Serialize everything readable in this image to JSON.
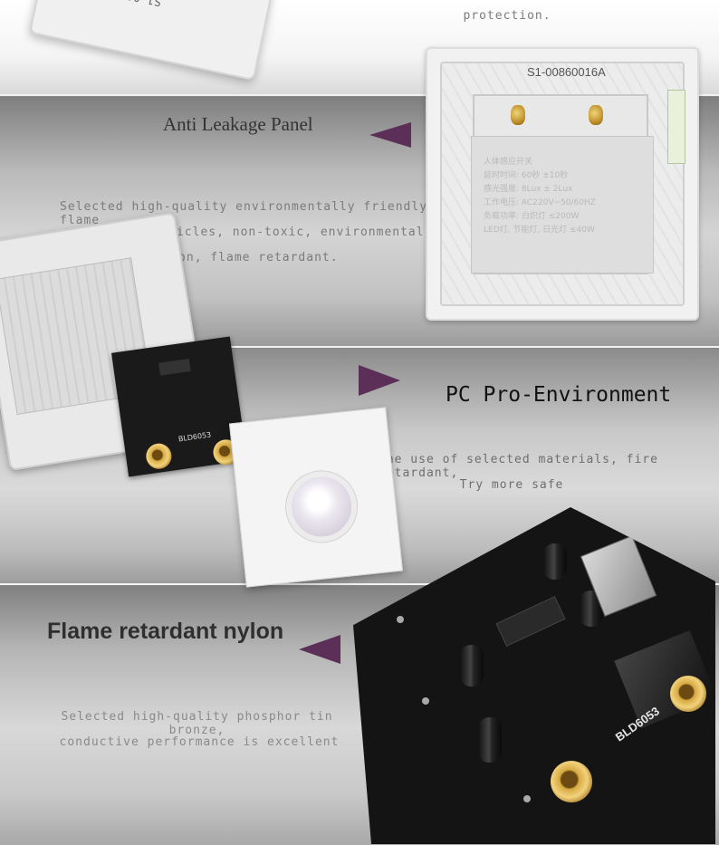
{
  "top": {
    "caption": "protection.",
    "plate_label": "S1-00860016A"
  },
  "section1": {
    "title": "Anti Leakage Panel",
    "description": [
      "Selected high-quality environmentally friendly flame",
      "retardant particles, non-toxic, environmental",
      "protection, flame retardant."
    ],
    "plate_code": "S1-00860016A",
    "plate_specs": [
      "人体感应开关",
      "延时时间: 60秒 ±10秒",
      "感光强度: 8Lux ± 2Lux",
      "工作电压: AC220V~50/60HZ",
      "负载功率: 白炽灯 ≤200W",
      "LED灯, 节能灯, 日光灯 ≤40W"
    ]
  },
  "section2": {
    "title": "PC Pro-Environment",
    "description": [
      "The use of selected materials, fire retardant,",
      "Try more safe"
    ],
    "board_label": "BLD6053"
  },
  "section3": {
    "title": "Flame retardant nylon",
    "description": [
      "Selected high-quality phosphor tin bronze,",
      "conductive performance is excellent"
    ],
    "board_label": "BLD6053"
  },
  "colors": {
    "arrow": "#5b2f57",
    "heading": "#333333",
    "faint_text": "#7b7b7b"
  }
}
